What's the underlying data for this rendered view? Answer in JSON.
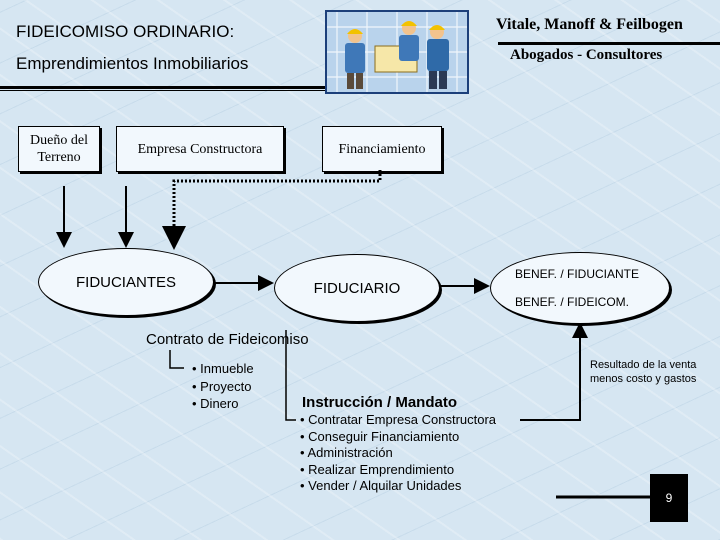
{
  "header": {
    "title_line1": "FIDEICOMISO ORDINARIO:",
    "title_line2": "Emprendimientos Inmobiliarios",
    "firm_line1": "Vitale, Manoff & Feilbogen",
    "firm_line2": "Abogados - Consultores"
  },
  "boxes": {
    "owner": "Dueño del Terreno",
    "builder": "Empresa Constructora",
    "finance": "Financiamiento"
  },
  "ovals": {
    "fiduciantes": "FIDUCIANTES",
    "fiduciario": "FIDUCIARIO",
    "benef_1": "BENEF. / FIDUCIANTE",
    "benef_2": "BENEF. / FIDEICOM."
  },
  "contract": {
    "title": "Contrato de Fideicomiso",
    "items": [
      "Inmueble",
      "Proyecto",
      "Dinero"
    ]
  },
  "instruction": {
    "title": "Instrucción / Mandato",
    "items": [
      "Contratar Empresa Constructora",
      "Conseguir Financiamiento",
      "Administración",
      "Realizar Emprendimiento",
      "Vender / Alquilar Unidades"
    ]
  },
  "result_note": "Resultado de la venta menos costo y gastos",
  "page_number": "9",
  "colors": {
    "background": "#d6e6f2",
    "box_fill": "#f2f8fd",
    "clipart_border": "#1c3f7a"
  }
}
